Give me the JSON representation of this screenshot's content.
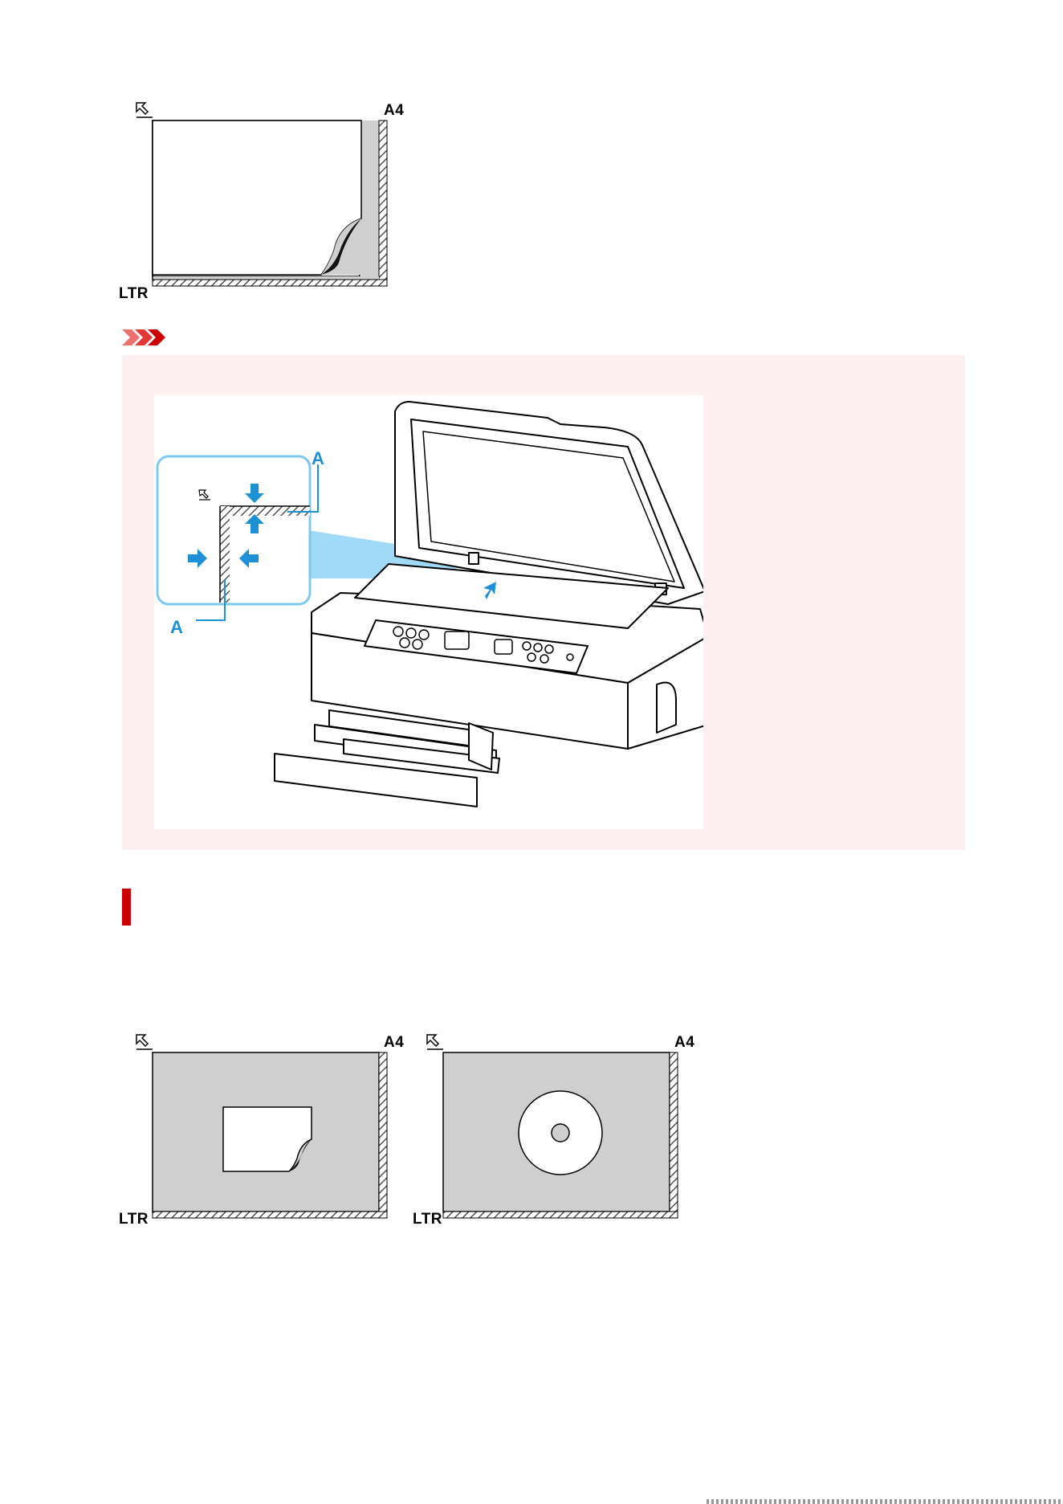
{
  "diagram1": {
    "corner_label": "A4",
    "bottom_label": "LTR"
  },
  "important": {
    "accent_color": "#e53935",
    "box_color": "#fdf0f0",
    "detail": {
      "label_top": "A",
      "label_bottom": "A"
    },
    "arrow_color": "#1e90d6"
  },
  "section": {
    "bar_color": "#cc0000"
  },
  "diagram2": {
    "corner_label": "A4",
    "bottom_label": "LTR"
  },
  "diagram3": {
    "corner_label": "A4",
    "bottom_label": "LTR"
  }
}
